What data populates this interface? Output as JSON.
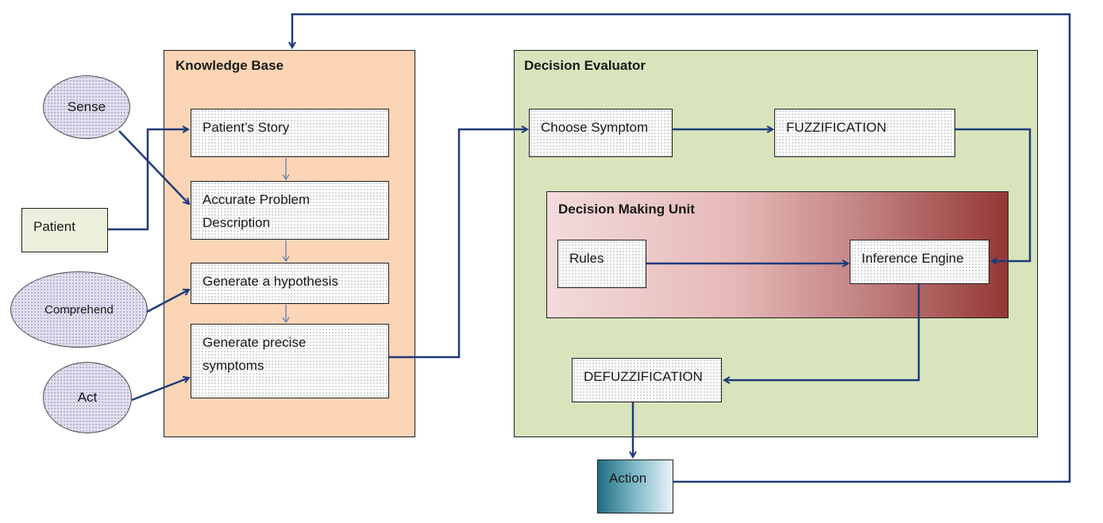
{
  "containers": {
    "knowledge_base": "Knowledge Base",
    "decision_evaluator": "Decision Evaluator",
    "decision_making_unit": "Decision Making Unit"
  },
  "inputs": {
    "sense": "Sense",
    "patient": "Patient",
    "comprehend": "Comprehend",
    "act": "Act"
  },
  "knowledge_base_steps": {
    "story": "Patient’s Story",
    "accurate_line1": "Accurate Problem",
    "accurate_line2": "Description",
    "hypothesis": "Generate a hypothesis",
    "precise_line1": "Generate precise",
    "precise_line2": "symptoms"
  },
  "evaluator_steps": {
    "choose_symptom": "Choose Symptom",
    "fuzzification": "FUZZIFICATION",
    "rules": "Rules",
    "inference_engine": "Inference Engine",
    "defuzzification": "DEFUZZIFICATION"
  },
  "output": {
    "action": "Action"
  },
  "colors": {
    "arrow": "#1f3a7a",
    "thin_arrow": "#5b7fbf",
    "knowledge_base_fill": "#fbd5b5",
    "decision_evaluator_fill": "#d8e4bc",
    "ellipse_fill": "#e4dff0"
  }
}
